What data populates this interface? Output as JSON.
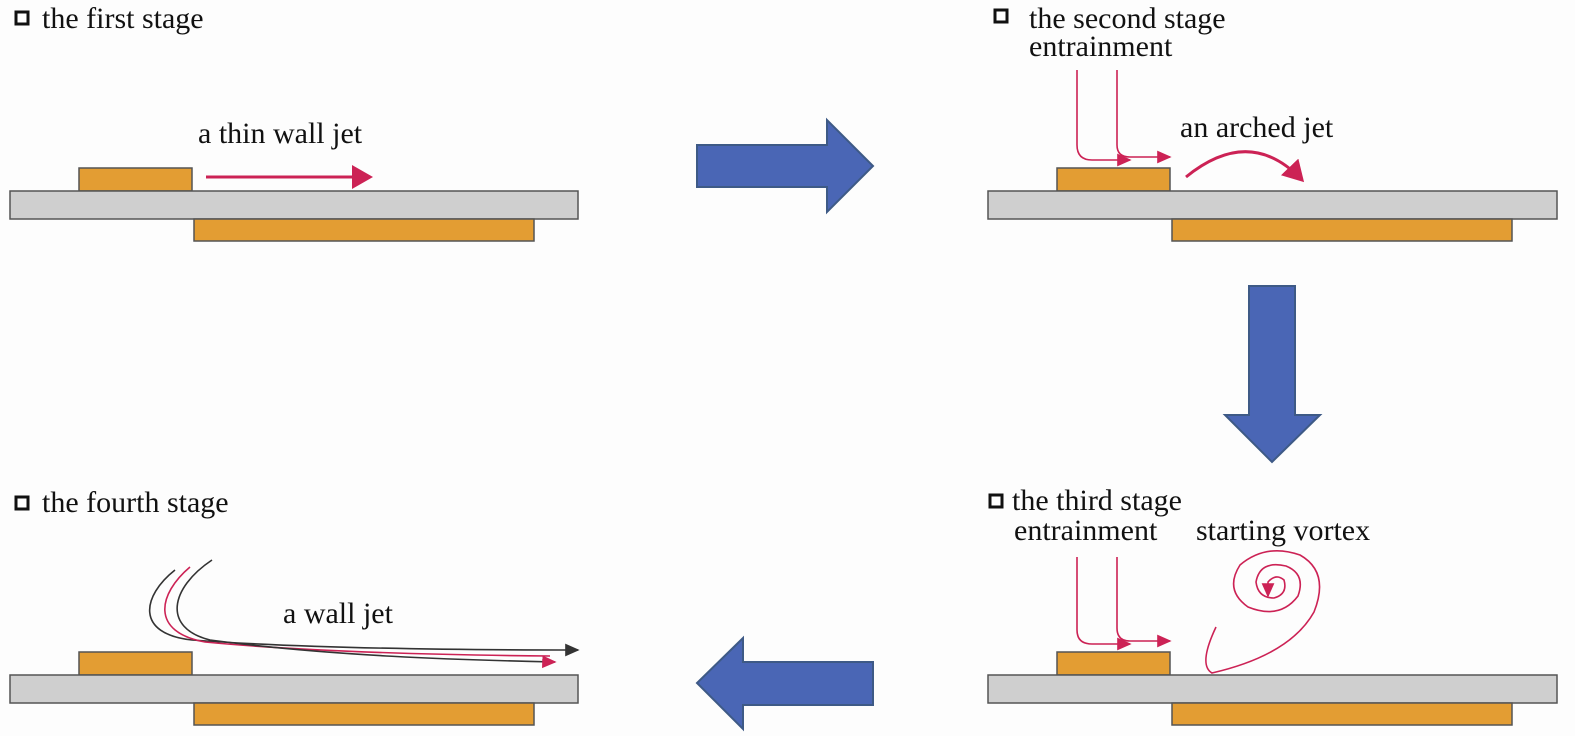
{
  "stages": {
    "first": {
      "title": "the first stage",
      "jet_label": "a thin wall jet"
    },
    "second": {
      "title": "the second stage",
      "entrainment_label": "entrainment",
      "jet_label": "an arched jet"
    },
    "third": {
      "title": "the third stage",
      "entrainment_label": "entrainment",
      "vortex_label": "starting vortex"
    },
    "fourth": {
      "title": "the fourth stage",
      "jet_label": "a wall jet"
    }
  },
  "icons": {
    "bullet": "square-bullet-icon",
    "transition_arrow": "block-arrow-icon",
    "flow_arrow": "flow-arrow-icon",
    "vortex": "spiral-vortex-icon"
  },
  "colors": {
    "plate": "#cfcfcf",
    "electrode": "#e39d33",
    "flow": "#cc2255",
    "transition_arrow": "#4a66b5",
    "text": "#111111"
  }
}
